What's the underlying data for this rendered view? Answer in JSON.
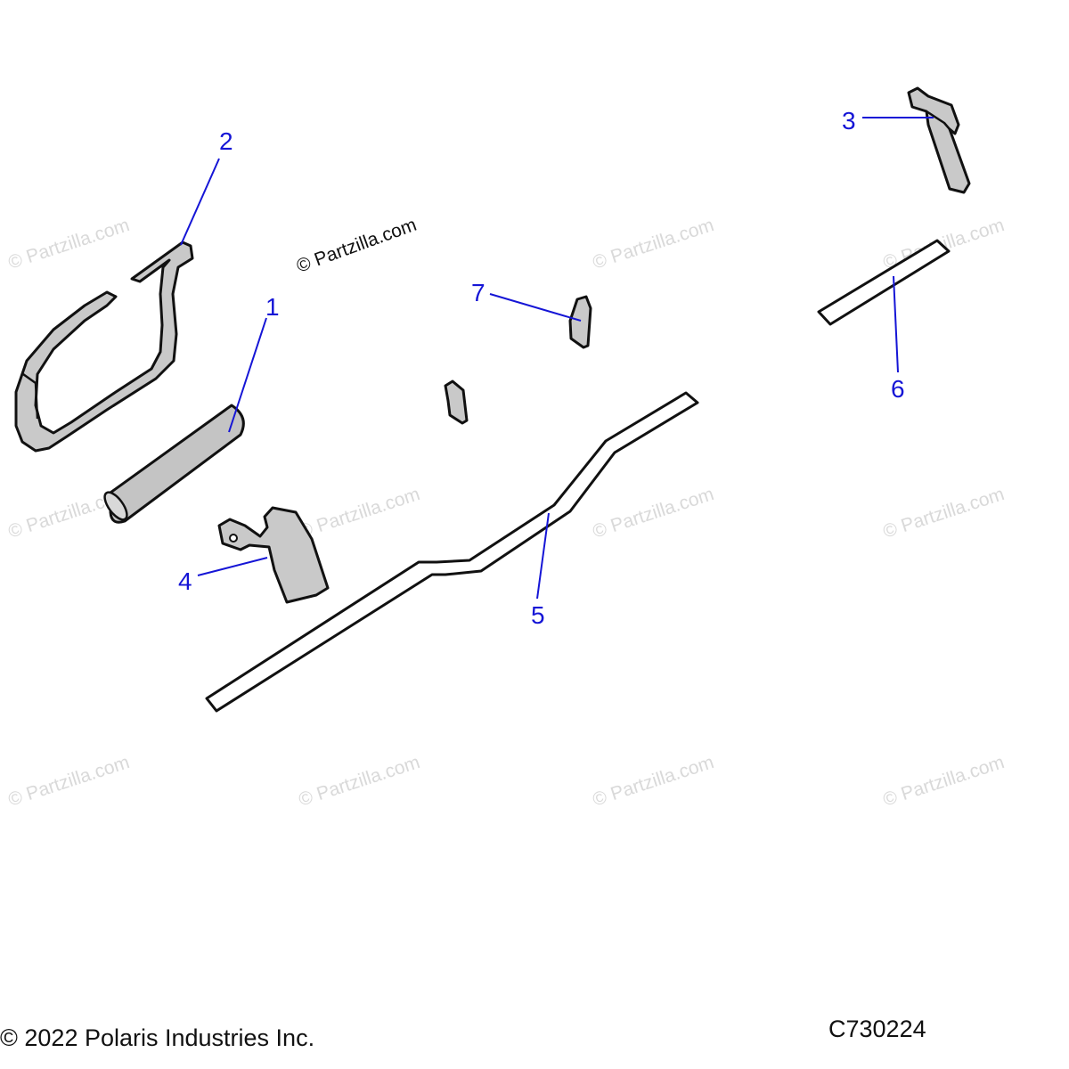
{
  "watermark": "© Partzilla.com",
  "callouts": [
    {
      "id": "1",
      "label": "1"
    },
    {
      "id": "2",
      "label": "2"
    },
    {
      "id": "3",
      "label": "3"
    },
    {
      "id": "4",
      "label": "4"
    },
    {
      "id": "5",
      "label": "5"
    },
    {
      "id": "6",
      "label": "6"
    },
    {
      "id": "7",
      "label": "7"
    }
  ],
  "footer": {
    "copyright": "© 2022 Polaris Industries Inc.",
    "diagram_code": "C730224"
  },
  "colors": {
    "callout": "#1515d6",
    "part_fill": "#c9c9c9",
    "outline": "#111111",
    "watermark": "#d9d9d9"
  }
}
